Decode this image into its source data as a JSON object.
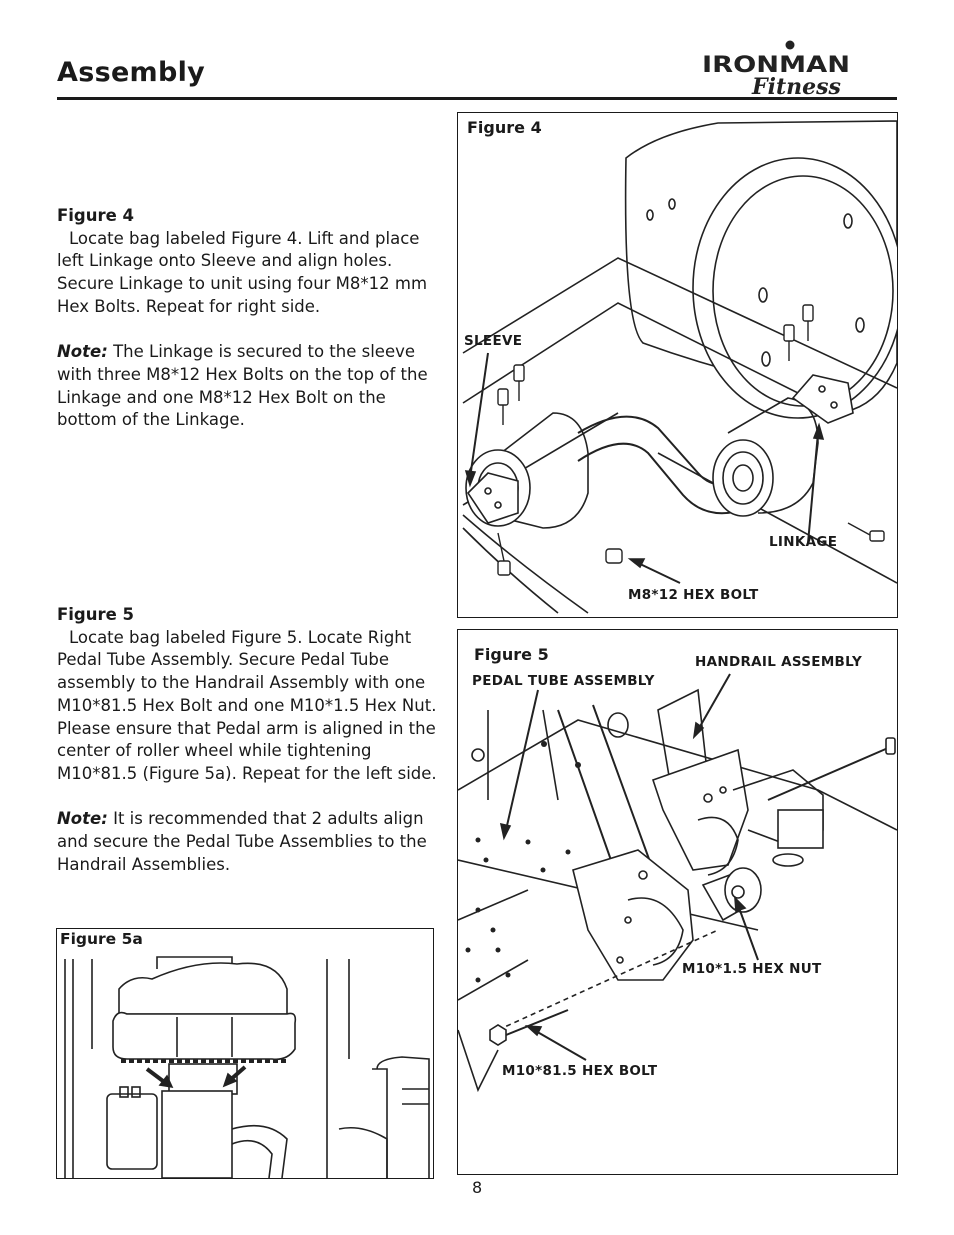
{
  "header": {
    "title": "Assembly"
  },
  "logo": {
    "brand": "IRONMAN",
    "script": "Fitness"
  },
  "sections": {
    "fig4": {
      "heading": "Figure 4",
      "body": "Locate bag labeled Figure 4. Lift and place left Linkage onto Sleeve and align holes. Secure Linkage to unit using four M8*12 mm Hex Bolts. Repeat for right side.",
      "note_label": "Note:",
      "note_text": " The Linkage is secured to the sleeve with three M8*12 Hex Bolts on the top of the Linkage and one M8*12 Hex Bolt on the bottom of the Linkage."
    },
    "fig5": {
      "heading": "Figure 5",
      "body": "Locate bag labeled Figure 5. Locate Right Pedal Tube Assembly. Secure Pedal Tube assembly to the Handrail Assembly with one M10*81.5 Hex Bolt and one M10*1.5 Hex Nut. Please ensure that Pedal arm is aligned in the center of roller wheel while tightening M10*81.5 (Figure 5a). Repeat for the left side.",
      "note_label": "Note:",
      "note_text": "  It is recommended that 2 adults align and secure the Pedal Tube Assemblies to the Handrail Assemblies."
    }
  },
  "figures": {
    "fig4": {
      "title": "Figure 4",
      "labels": {
        "sleeve": "SLEEVE",
        "linkage": "LINKAGE",
        "bolt": "M8*12 HEX BOLT"
      }
    },
    "fig5": {
      "title": "Figure 5",
      "labels": {
        "handrail": "HANDRAIL ASSEMBLY",
        "pedal_tube": "PEDAL TUBE ASSEMBLY",
        "nut": "M10*1.5 HEX NUT",
        "bolt": "M10*81.5 HEX BOLT"
      }
    },
    "fig5a": {
      "title": "Figure 5a"
    }
  },
  "footer": {
    "page_number": "8"
  }
}
